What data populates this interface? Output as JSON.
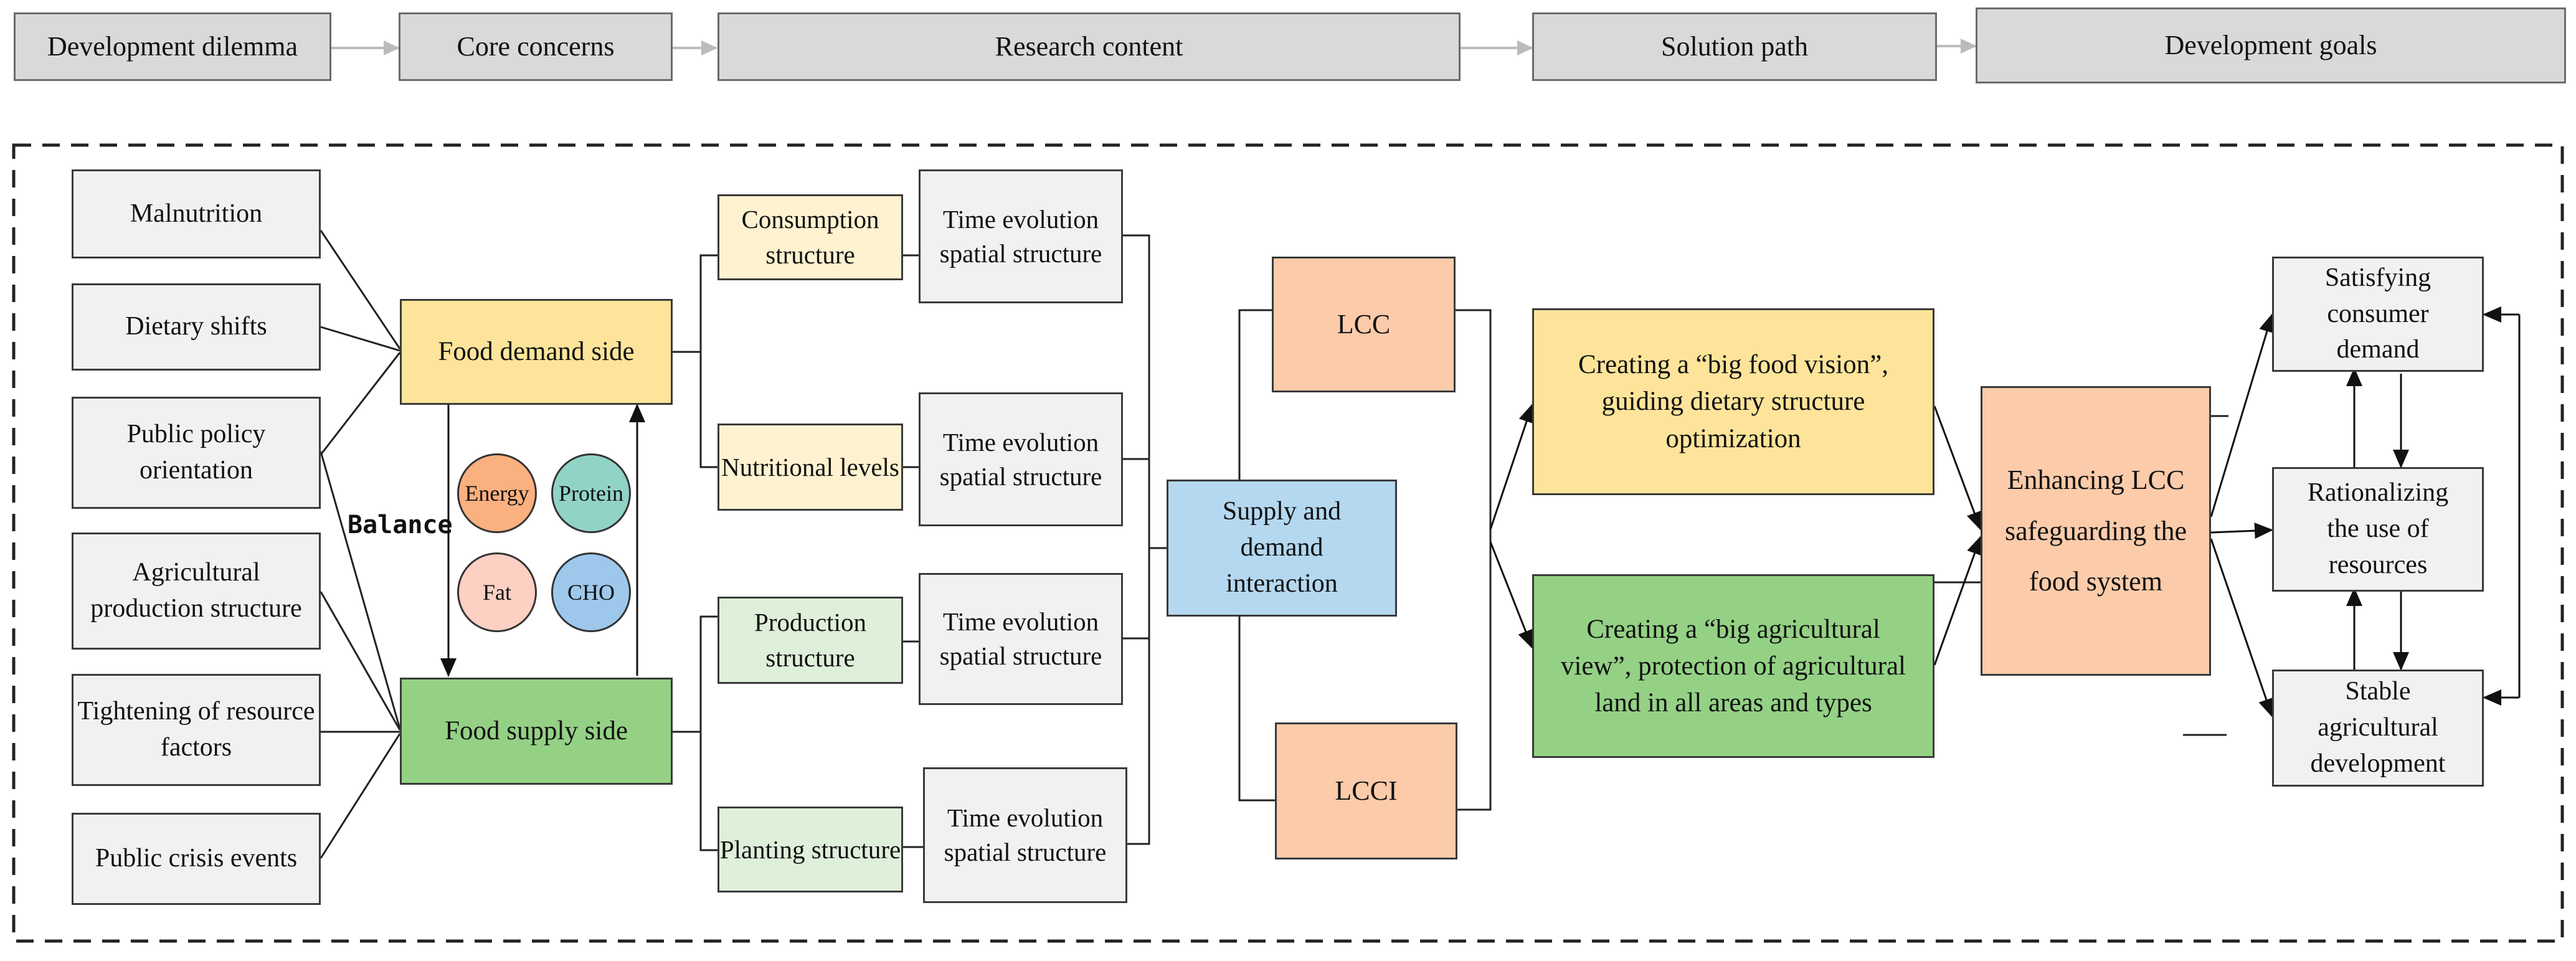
{
  "headers": [
    "Development dilemma",
    "Core concerns",
    "Research content",
    "Solution path",
    "Development goals"
  ],
  "dilemmas": [
    "Malnutrition",
    "Dietary shifts",
    "Public policy orientation",
    "Agricultural production structure",
    "Tightening of resource factors",
    "Public crisis events"
  ],
  "core": {
    "demand": "Food demand side",
    "supply": "Food supply side",
    "balance": "Balance",
    "nutrients": [
      "Energy",
      "Protein",
      "Fat",
      "CHO"
    ]
  },
  "structures": [
    "Consumption structure",
    "Nutritional levels",
    "Production structure",
    "Planting structure"
  ],
  "time_spatial": "Time evolution spatial structure",
  "interaction": "Supply and demand interaction",
  "lcc": "LCC",
  "lcci": "LCCI",
  "solutions": [
    "Creating a “big food vision”, guiding dietary structure optimization",
    "Creating a “big agricultural view”, protection of agricultural land in all areas and types"
  ],
  "enhancing": "Enhancing LCC safeguarding the food system",
  "goals": [
    "Satisfying consumer demand",
    "Rationalizing the use of resources",
    "Stable agricultural development"
  ],
  "colors": {
    "header": "#d9d9d9",
    "neutral": "#f1f1f1",
    "demand": "#fde49a",
    "supply": "#94d185",
    "demand_light": "#fef2d0",
    "supply_light": "#dff0da",
    "interaction": "#b4d8ef",
    "lcc": "#fbcbaa",
    "energy": "#fbb07f",
    "protein": "#92d3c7",
    "fat": "#fcd0c3",
    "cho": "#9dc8ec"
  }
}
